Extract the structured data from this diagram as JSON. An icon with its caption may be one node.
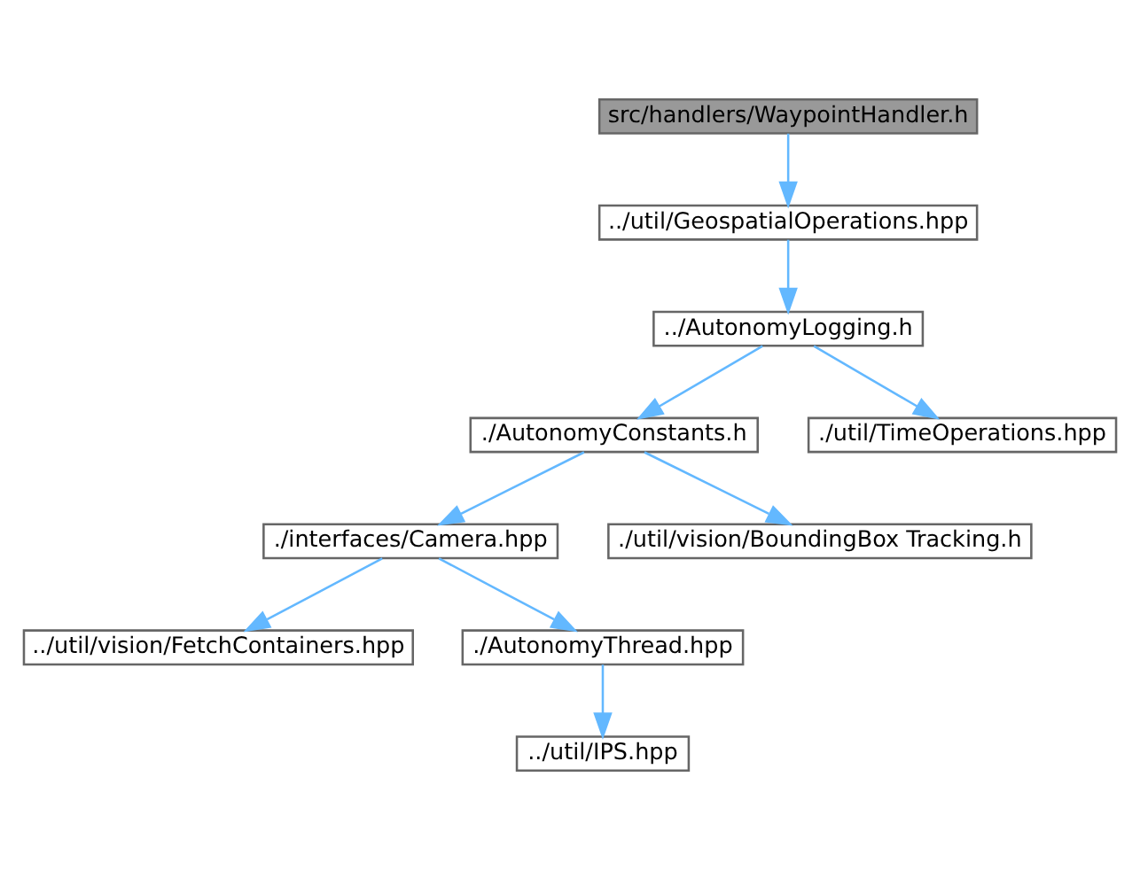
{
  "diagram": {
    "nodes": [
      {
        "text": [
          "src/handlers/WaypointHandler.h"
        ]
      },
      {
        "text": [
          "../util/GeospatialOperations.hpp"
        ]
      },
      {
        "text": [
          "../AutonomyLogging.h"
        ]
      },
      {
        "text": [
          "./AutonomyConstants.h"
        ]
      },
      {
        "text": [
          "./util/TimeOperations.hpp"
        ]
      },
      {
        "text": [
          "./interfaces/Camera.hpp"
        ]
      },
      {
        "text": [
          "./util/vision/BoundingBox Tracking.h"
        ]
      },
      {
        "text": [
          "../util/vision/FetchContainers.hpp"
        ]
      },
      {
        "text": [
          "./AutonomyThread.hpp"
        ]
      },
      {
        "text": [
          "../util/IPS.hpp"
        ]
      }
    ],
    "edges": [
      {
        "from": 0,
        "to": 1,
        "arrow": "to"
      },
      {
        "from": 1,
        "to": 2,
        "arrow": "to"
      },
      {
        "from": 2,
        "to": 3,
        "arrow": "to"
      },
      {
        "from": 2,
        "to": 4,
        "arrow": "to"
      },
      {
        "from": 3,
        "to": 5,
        "arrow": "to"
      },
      {
        "from": 3,
        "to": 6,
        "arrow": "to"
      },
      {
        "from": 5,
        "to": 7,
        "arrow": "to"
      },
      {
        "from": 5,
        "to": 8,
        "arrow": "to"
      },
      {
        "from": 8,
        "to": 9,
        "arrow": "to"
      }
    ]
  }
}
